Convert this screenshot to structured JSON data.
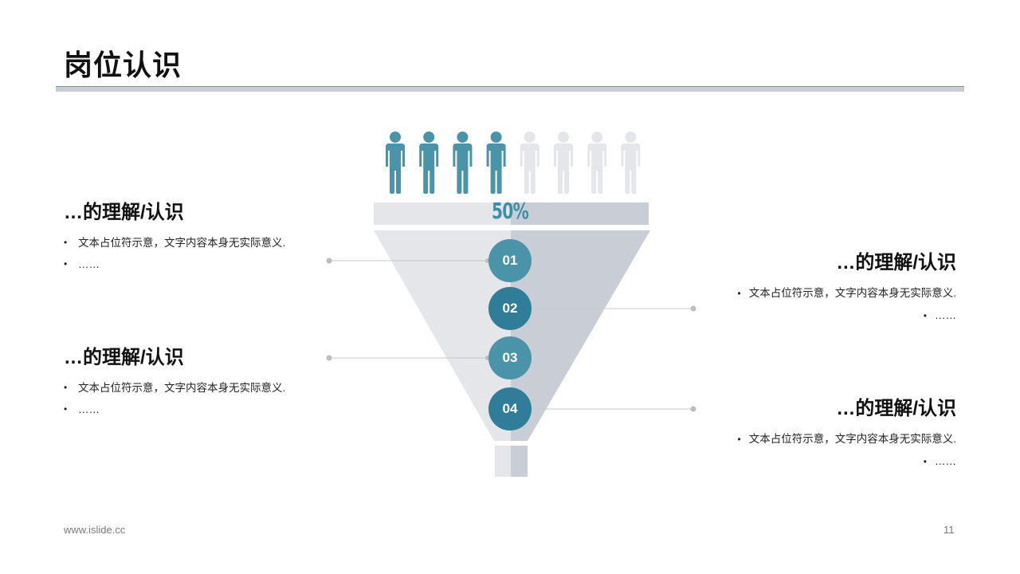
{
  "title": "岗位认识",
  "percent_label": "50%",
  "people": {
    "total": 8,
    "highlighted": 4,
    "active_color": "#4a93a8",
    "inactive_color": "#e4e6ea"
  },
  "steps": [
    {
      "label": "01",
      "color": "#4b93a8"
    },
    {
      "label": "02",
      "color": "#2f7d99"
    },
    {
      "label": "03",
      "color": "#4b93a8"
    },
    {
      "label": "04",
      "color": "#2f7d99"
    }
  ],
  "blocks": [
    {
      "heading": "…的理解/认识",
      "line1": "文本占位符示意，文字内容本身无实际意义.",
      "line2": "……"
    },
    {
      "heading": "…的理解/认识",
      "line1": "文本占位符示意，文字内容本身无实际意义.",
      "line2": "……"
    },
    {
      "heading": "…的理解/认识",
      "line1": "文本占位符示意，文字内容本身无实际意义.",
      "line2": "……"
    },
    {
      "heading": "…的理解/认识",
      "line1": "文本占位符示意，文字内容本身无实际意义.",
      "line2": "……"
    }
  ],
  "footer": {
    "website": "www.islide.cc",
    "page_number": "11"
  }
}
